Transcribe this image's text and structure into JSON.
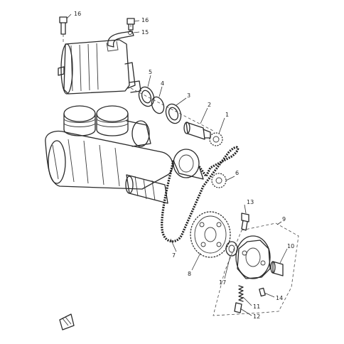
{
  "diagram": {
    "callouts": [
      {
        "id": "c16a",
        "text": "16"
      },
      {
        "id": "c16b",
        "text": "16"
      },
      {
        "id": "c15",
        "text": "15"
      },
      {
        "id": "c5",
        "text": "5"
      },
      {
        "id": "c4",
        "text": "4"
      },
      {
        "id": "c3",
        "text": "3"
      },
      {
        "id": "c2",
        "text": "2"
      },
      {
        "id": "c1",
        "text": "1"
      },
      {
        "id": "c6",
        "text": "6"
      },
      {
        "id": "c13",
        "text": "13"
      },
      {
        "id": "c9",
        "text": "9"
      },
      {
        "id": "c10",
        "text": "10"
      },
      {
        "id": "c7",
        "text": "7"
      },
      {
        "id": "c8",
        "text": "8"
      },
      {
        "id": "c17",
        "text": "17"
      },
      {
        "id": "c14",
        "text": "14"
      },
      {
        "id": "c11",
        "text": "11"
      },
      {
        "id": "c12",
        "text": "12"
      }
    ]
  }
}
